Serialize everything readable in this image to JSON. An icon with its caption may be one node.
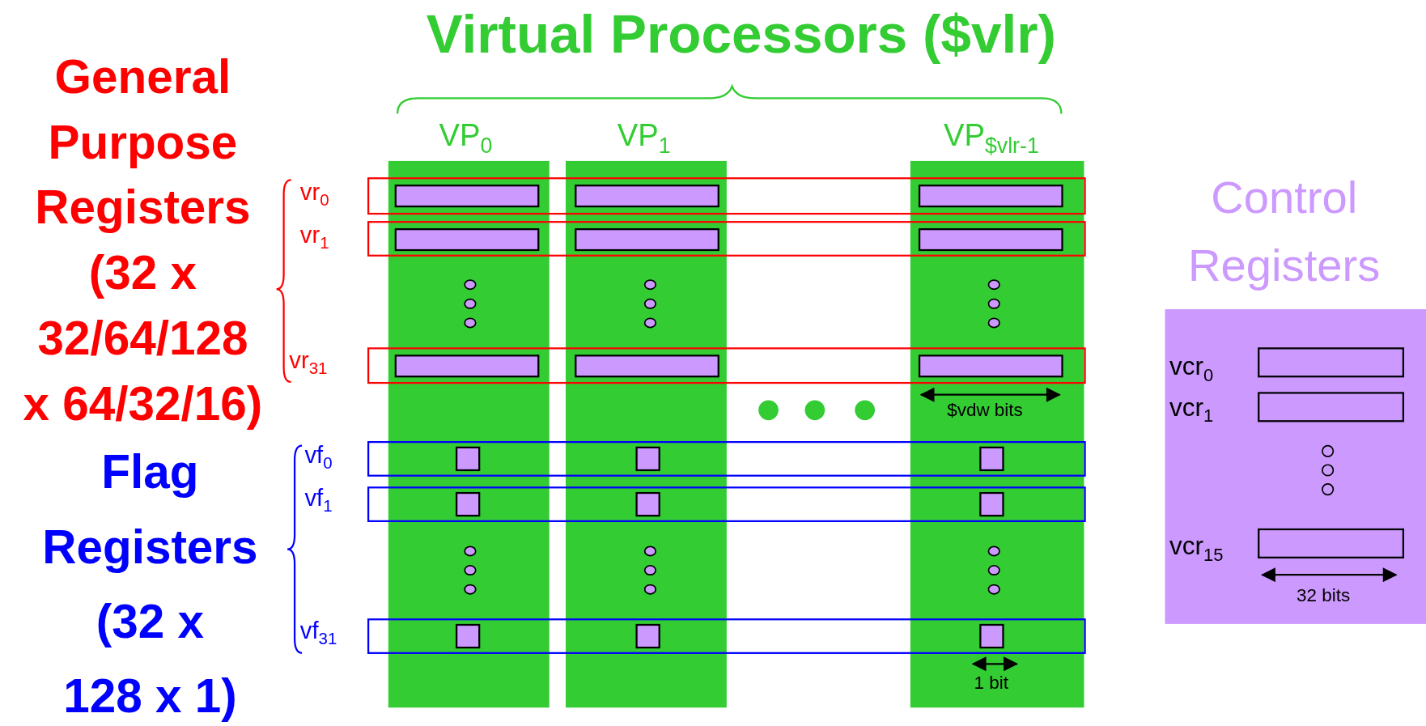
{
  "diagram": {
    "title": "Virtual Processors ($vlr)",
    "labels": [
      "General Purpose Registers (32 x 32/64/128 x 64/32/16)",
      "VP$_{0}$",
      "VP$_{1}$",
      "VP$_{$vlr-1}$",
      "Control Registers",
      "vr$_{0}$",
      "vr$_{1}$",
      "vcr$_{0}$",
      "vcr$_{1}$",
      "vr$_{31}$",
      "$vdw bits",
      "Flag Registers (32 x 128 x 1)",
      "vf$_{0}$",
      "vf$_{1}$",
      "vcr$_{15}$",
      "32 bits",
      "vf$_{31}$",
      "1 bit"
    ]
  }
}
